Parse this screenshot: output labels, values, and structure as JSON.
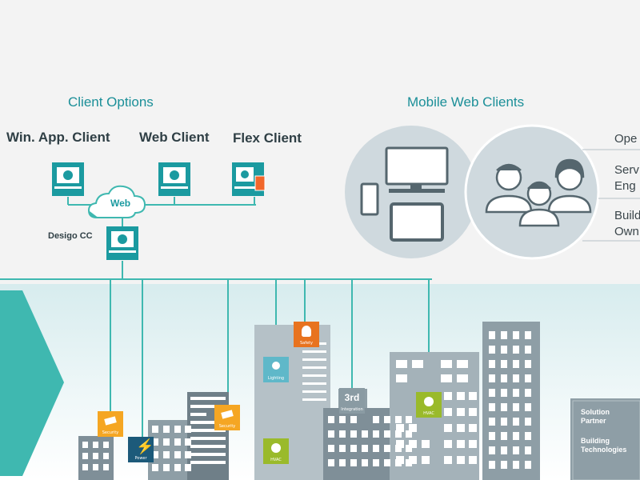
{
  "client_options": {
    "title": "Client Options",
    "clients": [
      {
        "label": "Win. App. Client",
        "icon": "win-app-client-icon"
      },
      {
        "label": "Web Client",
        "icon": "web-client-icon"
      },
      {
        "label": "Flex Client",
        "icon": "flex-client-icon"
      }
    ],
    "cloud_label": "Web",
    "server_label": "Desigo CC"
  },
  "mobile": {
    "title": "Mobile Web Clients",
    "devices": [
      "monitor-icon",
      "phone-icon",
      "tablet-icon"
    ],
    "roles": [
      {
        "line1": "Ope",
        "line2": ""
      },
      {
        "line1": "Serv",
        "line2": "Eng"
      },
      {
        "line1": "Build",
        "line2": "Own"
      }
    ]
  },
  "subsystems": [
    {
      "label": "Security",
      "color": "#f5a623"
    },
    {
      "label": "Power",
      "color": "#1c5a7a"
    },
    {
      "label": "Security",
      "color": "#f5a623"
    },
    {
      "label": "Lighting",
      "color": "#5fb8c9"
    },
    {
      "label": "Safety",
      "color": "#e8731f"
    },
    {
      "label": "HVAC",
      "color": "#9aba2b"
    },
    {
      "label": "Integration",
      "color": "#8a9ba3",
      "big": "3rd"
    },
    {
      "label": "HVAC",
      "color": "#9aba2b"
    }
  ],
  "solution_partner": {
    "line1": "Solution",
    "line2": "Partner",
    "line3": "Building",
    "line4": "Technologies"
  },
  "colors": {
    "teal": "#1b9aa0",
    "accent": "#3fb8b0",
    "building": "#8e9ea6",
    "circle": "#cfd9de"
  }
}
